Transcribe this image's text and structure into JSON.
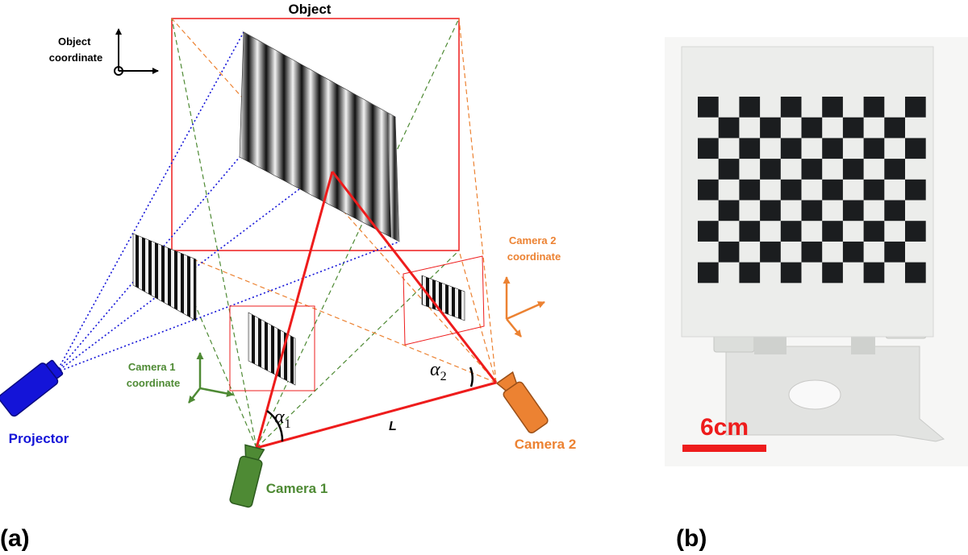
{
  "panel_a": {
    "label": "(a)",
    "object_label": "Object",
    "object_coordinate": [
      "Object",
      "coordinate"
    ],
    "camera1_coordinate": [
      "Camera 1",
      "coordinate"
    ],
    "camera2_coordinate": [
      "Camera 2",
      "coordinate"
    ],
    "projector_label": "Projector",
    "camera1_label": "Camera 1",
    "camera2_label": "Camera 2",
    "baseline_label": "L",
    "alpha1_symbol": "α",
    "alpha1_sub": "1",
    "alpha2_symbol": "α",
    "alpha2_sub": "2"
  },
  "panel_b": {
    "label": "(b)",
    "scale_label": "6cm",
    "checkerboard": {
      "columns": 11,
      "rows": 9
    }
  },
  "colors": {
    "red": "#ee1c1c",
    "blue": "#1414d8",
    "green": "#4e8a34",
    "orange": "#ec8232",
    "black": "#000000",
    "board": "#ecedeb"
  }
}
